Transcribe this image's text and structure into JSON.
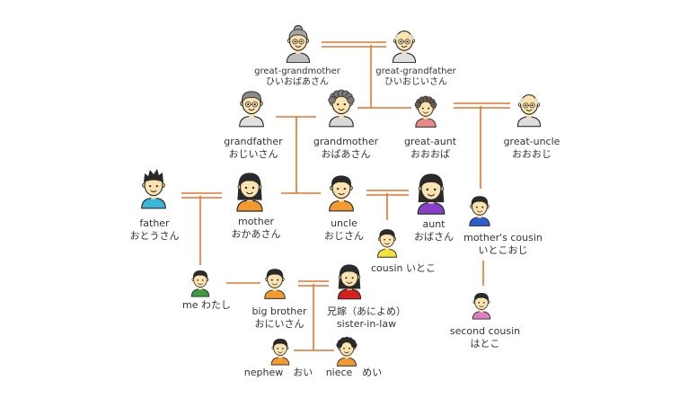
{
  "colors": {
    "line": "#e8742d",
    "skin": "#fbe3b0",
    "outline": "#2b2b2b",
    "text": "#333333"
  },
  "people": {
    "great_grandmother": {
      "en": "great-grandmother",
      "jp": "ひいおばあさん",
      "hair": "#a3a3a3",
      "shirt": "#bfbfbf",
      "style": "bun"
    },
    "great_grandfather": {
      "en": "great-grandfather",
      "jp": "ひいおじいさん",
      "hair": "#d4d4d4",
      "shirt": "#e0e0e0",
      "style": "bald"
    },
    "grandfather": {
      "en": "grandfather",
      "jp": "おじいさん",
      "hair": "#8a8a8a",
      "shirt": "#e0e0e0",
      "style": "gray"
    },
    "grandmother": {
      "en": "grandmother",
      "jp": "おばあさん",
      "hair": "#7a7a7a",
      "shirt": "#d9d9d9",
      "style": "curly"
    },
    "great_aunt": {
      "en": "great-aunt",
      "jp": "おおおば",
      "hair": "#6b5a4e",
      "shirt": "#e98a8a",
      "style": "curly"
    },
    "great_uncle": {
      "en": "great-uncle",
      "jp": "おおおじ",
      "hair": "#e2e2e2",
      "shirt": "#dddddd",
      "style": "bald"
    },
    "father": {
      "en": "father",
      "jp": "おとうさん",
      "hair": "#2a2a2a",
      "shirt": "#39b6d8",
      "style": "spiky"
    },
    "mother": {
      "en": "mother",
      "jp": "おかあさん",
      "hair": "#2a2a2a",
      "shirt": "#f29a2e",
      "style": "long"
    },
    "uncle": {
      "en": "uncle",
      "jp": "おじさん",
      "hair": "#2a2a2a",
      "shirt": "#f29a2e",
      "style": "short"
    },
    "aunt": {
      "en": "aunt",
      "jp": "おばさん",
      "hair": "#2a2a2a",
      "shirt": "#8a3fc9",
      "style": "long"
    },
    "cousin": {
      "text": "cousin いとこ",
      "hair": "#2a2a2a",
      "shirt": "#f2e23a",
      "style": "short"
    },
    "mothers_cousin": {
      "en": "mother's cousin",
      "jp": "いとこおじ",
      "hair": "#2a2a2a",
      "shirt": "#2e5fd0",
      "style": "short"
    },
    "second_cousin": {
      "en": "second cousin",
      "jp": "はとこ",
      "hair": "#2a2a2a",
      "shirt": "#e07cc2",
      "style": "short"
    },
    "me": {
      "text": "me わたし",
      "hair": "#2a2a2a",
      "shirt": "#3f9a3f",
      "style": "short"
    },
    "big_brother": {
      "en": "big brother",
      "jp": "おにいさん",
      "hair": "#2a2a2a",
      "shirt": "#f29a2e",
      "style": "short"
    },
    "sister_in_law": {
      "en": "兄嫁（あによめ）",
      "jp": "sister-in-law",
      "hair": "#2a2a2a",
      "shirt": "#d81f1f",
      "style": "long"
    },
    "nephew": {
      "text": "nephew　おい",
      "hair": "#2a2a2a",
      "shirt": "#f29a2e",
      "style": "short"
    },
    "niece": {
      "text": "niece　めい",
      "hair": "#2a2a2a",
      "shirt": "#f29a2e",
      "style": "curly"
    }
  }
}
